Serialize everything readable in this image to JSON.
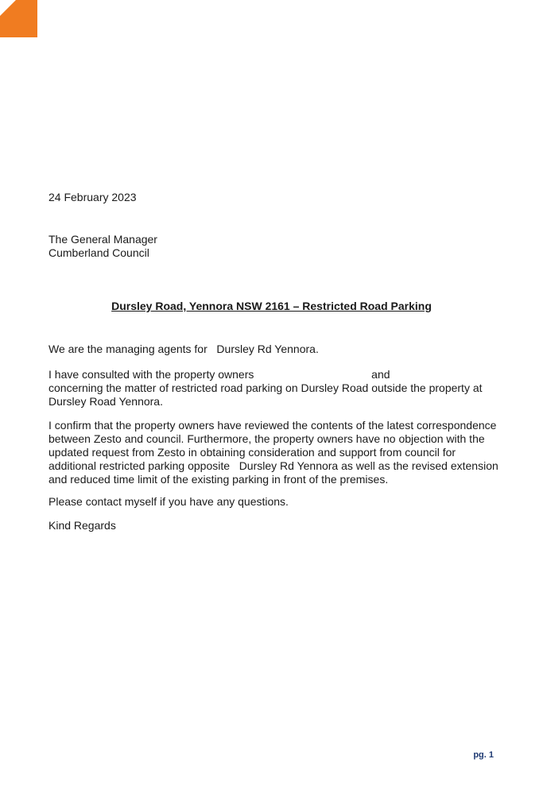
{
  "colors": {
    "accent": "#f07c21",
    "page_number": "#1f3a73"
  },
  "letter": {
    "date": "24 February 2023",
    "addressee": [
      "The General Manager",
      "Cumberland Council"
    ],
    "subject": "Dursley Road, Yennora NSW 2161 – Restricted Road Parking",
    "paragraphs": [
      [
        "We are the managing agents for   Dursley Rd Yennora."
      ],
      [
        "I have consulted with the property owners                                      and",
        "concerning the matter of restricted road parking on Dursley Road outside the property at",
        "Dursley Road Yennora."
      ],
      [
        "I confirm that the property owners have reviewed the contents of the latest correspondence",
        "between Zesto and council.  Furthermore, the property owners have no objection with the",
        "updated request from Zesto in obtaining consideration and support from council for",
        "additional restricted parking opposite   Dursley Rd Yennora as well as the revised extension",
        "and reduced time limit of the existing parking in front of the premises."
      ],
      [
        "Please contact myself if you have any questions."
      ],
      [
        "Kind Regards"
      ]
    ]
  },
  "footer": {
    "page_number": "pg. 1"
  }
}
